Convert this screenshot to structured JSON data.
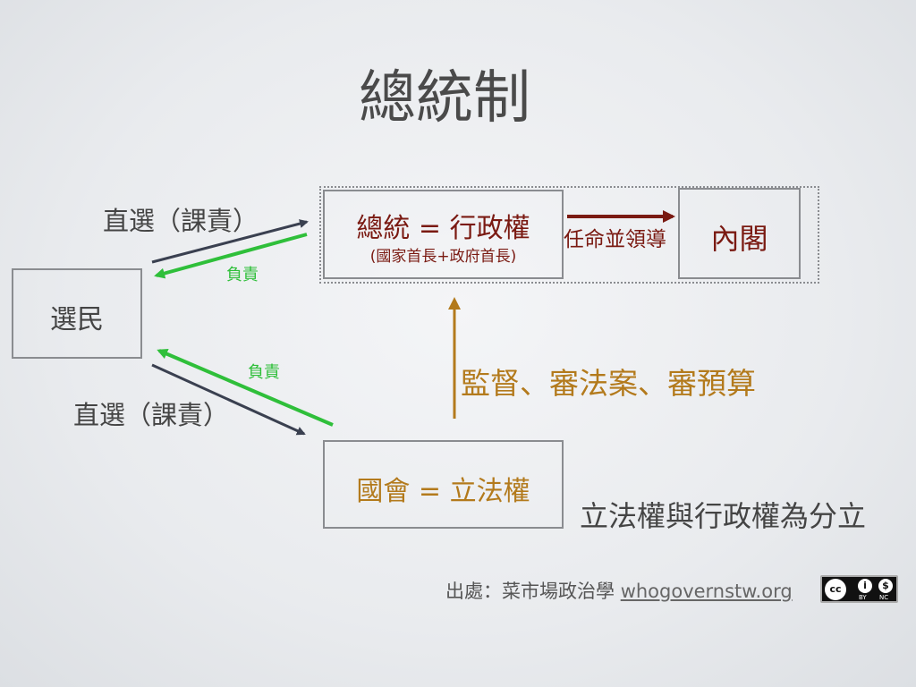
{
  "title": "總統制",
  "president_box": {
    "main": "總統 = 行政權",
    "sub": "(國家首長+政府首長)"
  },
  "appoint_label": "任命並領導",
  "cabinet_box": "內閣",
  "voters_box": "選民",
  "upper_direct_election": "直選（課責）",
  "upper_responsible": "負責",
  "lower_direct_election": "直選（課責）",
  "lower_responsible": "負責",
  "oversight_label": "監督、審法案、審預算",
  "congress_box": "國會 = 立法權",
  "separation_note": "立法權與行政權為分立",
  "source": {
    "label": "出處：菜市場政治學",
    "link": "whogovernstw.org",
    "license": {
      "cc": "cc",
      "by": "BY",
      "nc": "NC"
    }
  },
  "colors": {
    "maroon": "#7a1a12",
    "gold": "#b37a1c",
    "green": "#2fbf3a",
    "dark": "#3a4050"
  }
}
